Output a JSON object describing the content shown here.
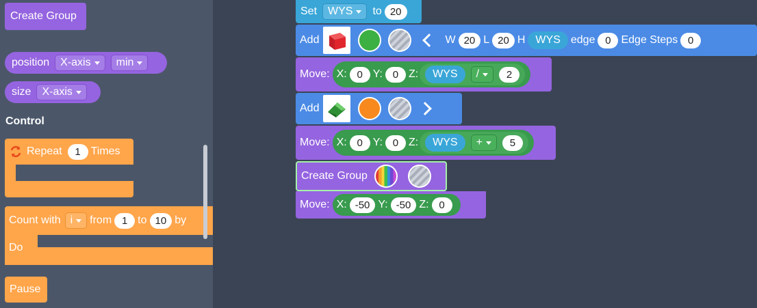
{
  "flyout": {
    "create_group": "Create Group",
    "position_block": {
      "label": "position",
      "axis": "X-axis",
      "mode": "min"
    },
    "size_block": {
      "label": "size",
      "axis": "X-axis"
    },
    "control_heading": "Control",
    "repeat_block": {
      "label": "Repeat",
      "count": "1",
      "suffix": "Times"
    },
    "count_block": {
      "label": "Count with",
      "var": "i",
      "from_label": "from",
      "from": "1",
      "to_label": "to",
      "to": "10",
      "by_label": "by",
      "do_label": "Do"
    },
    "pause_block": {
      "label": "Pause"
    }
  },
  "workspace": {
    "set_block": {
      "label": "Set",
      "var": "WYS",
      "to_label": "to",
      "value": "20"
    },
    "add_box": {
      "label": "Add",
      "w_label": "W",
      "w": "20",
      "l_label": "L",
      "l": "20",
      "h_label": "H",
      "h_var": "WYS",
      "edge_label": "edge",
      "edge": "0",
      "edge_steps_label": "Edge Steps",
      "edge_steps": "0"
    },
    "move_1": {
      "label": "Move:",
      "x_label": "X:",
      "x": "0",
      "y_label": "Y:",
      "y": "0",
      "z_label": "Z:",
      "z_var": "WYS",
      "op": "/",
      "operand": "2"
    },
    "add_prism": {
      "label": "Add"
    },
    "move_2": {
      "label": "Move:",
      "x_label": "X:",
      "x": "0",
      "y_label": "Y:",
      "y": "0",
      "z_label": "Z:",
      "z_var": "WYS",
      "op": "+",
      "operand": "5"
    },
    "create_group": {
      "label": "Create Group"
    },
    "move_3": {
      "label": "Move:",
      "x_label": "X:",
      "x": "-50",
      "y_label": "Y:",
      "y": "-50",
      "z_label": "Z:",
      "z": "0"
    }
  },
  "colors": {
    "purple": "#9564e0",
    "blue": "#4b8be6",
    "orange": "#ffa54a",
    "green": "#389b4d",
    "variable": "#3aa6d8",
    "workspace_bg": "#3b4454",
    "flyout_bg": "#4b5769",
    "red_cube": "#d8222b",
    "green_prism": "#3aa83f",
    "orange_color": "#f7891f",
    "green_color": "#3cb043"
  },
  "icons": [
    "repeat-icon",
    "red-cube-icon",
    "green-prism-icon",
    "chevron-left-icon",
    "chevron-right-icon"
  ]
}
